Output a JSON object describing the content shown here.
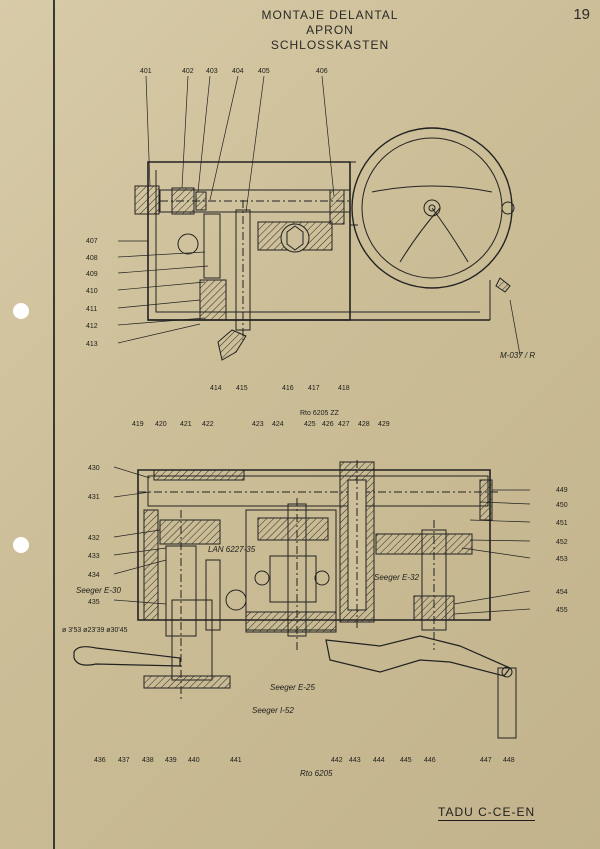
{
  "header": {
    "title_es": "MONTAJE DELANTAL",
    "title_en": "APRON",
    "title_de": "SCHLOSSKASTEN",
    "page_number": "19"
  },
  "footer": {
    "reference": "TADU C-CE-EN"
  },
  "top_view": {
    "callouts_top": [
      "401",
      "402",
      "403",
      "404",
      "405",
      "406"
    ],
    "callouts_left": [
      "407",
      "408",
      "409",
      "410",
      "411",
      "412",
      "413"
    ],
    "callouts_bottom": [
      "414",
      "415",
      "416",
      "417",
      "418"
    ],
    "part_ref": "M-037 / R"
  },
  "bottom_view": {
    "callouts_top": [
      "419",
      "420",
      "421",
      "422",
      "423",
      "424",
      "425",
      "426",
      "427",
      "428",
      "429"
    ],
    "bearing_top": "Rto 6205 ZZ",
    "callouts_left": [
      "430",
      "431",
      "432",
      "433",
      "434",
      "435"
    ],
    "seeger_left": "Seeger E-30",
    "dims_left": "ø 3'53 ø23'39 ø30'45",
    "callouts_right": [
      "449",
      "450",
      "451",
      "452",
      "453",
      "454",
      "455"
    ],
    "bearing_mid": "LAN 6227-35",
    "seeger_mid": "Seeger E-32",
    "seeger_e25": "Seeger E-25",
    "seeger_i52": "Seeger I-52",
    "callouts_bottom": [
      "436",
      "437",
      "438",
      "439",
      "440",
      "441",
      "442",
      "443",
      "444",
      "445",
      "446",
      "447",
      "448"
    ],
    "bearing_bottom": "Rto 6205"
  },
  "colors": {
    "paper": "#cdbf9a",
    "ink": "#1e1e1b"
  }
}
